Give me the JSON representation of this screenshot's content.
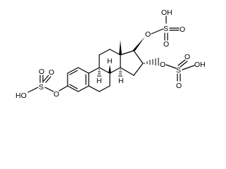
{
  "labels": {
    "sulfate_top": {
      "oh": "OH",
      "o_ester": "O",
      "s": "S",
      "o_dbl_a": "O",
      "o_dbl_b": "O"
    },
    "sulfate_right": {
      "oh": "OH",
      "o_ester": "O",
      "s": "S",
      "o_dbl_a": "O",
      "o_dbl_b": "O"
    },
    "sulfate_left": {
      "ho": "HO",
      "o_ester": "O",
      "s": "S",
      "o_dbl_a": "O",
      "o_dbl_b": "O"
    },
    "stereo_h": {
      "h8": "H",
      "h9": "H",
      "h14": "H"
    }
  }
}
